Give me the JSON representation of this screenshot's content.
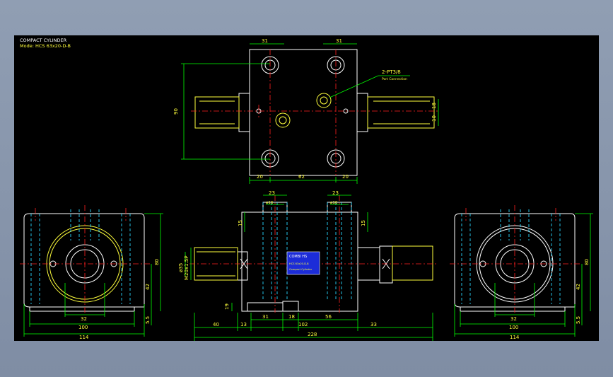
{
  "drawing": {
    "title": "COMPACT CYLINDER",
    "model": "Mode: HCS 63x20-D-B"
  },
  "annotations": {
    "port_label": "2-PT3/8",
    "port_sublabel": "Port Connection"
  },
  "nameplate": {
    "brand": "COMBI HS",
    "model": "HCS 63x20-D-B",
    "code": "Compact Cylinder"
  },
  "dimensions": {
    "top": {
      "left_31": "31",
      "right_31": "31",
      "height_90": "90",
      "bore_10": "10",
      "bore_18": "18",
      "d20a": "20",
      "d62": "62",
      "d20b": "20"
    },
    "front": {
      "d23a": "23",
      "d23b": "23",
      "phi16a": "ø16",
      "phi16b": "ø16",
      "d15a": "15",
      "d15b": "15",
      "phi35": "ø35",
      "thread": "M20x1.5P",
      "d19": "19",
      "d40": "40",
      "d13": "13",
      "d31": "31",
      "d18": "18",
      "d102": "102",
      "d56": "56",
      "d33": "33",
      "d228": "228"
    },
    "left": {
      "d32": "32",
      "d100": "100",
      "d114": "114",
      "d80": "80",
      "d42": "42",
      "d55": "5.5"
    },
    "right": {
      "d32": "32",
      "d100": "100",
      "d114": "114",
      "d80": "80",
      "d42": "42",
      "d55": "5.5"
    }
  },
  "colors": {
    "background": "#000000",
    "dimension": "#00ff00",
    "outline": "#ffffff",
    "center": "#ff2020",
    "hidden": "#29d7ff",
    "rod": "#ffff3c"
  }
}
